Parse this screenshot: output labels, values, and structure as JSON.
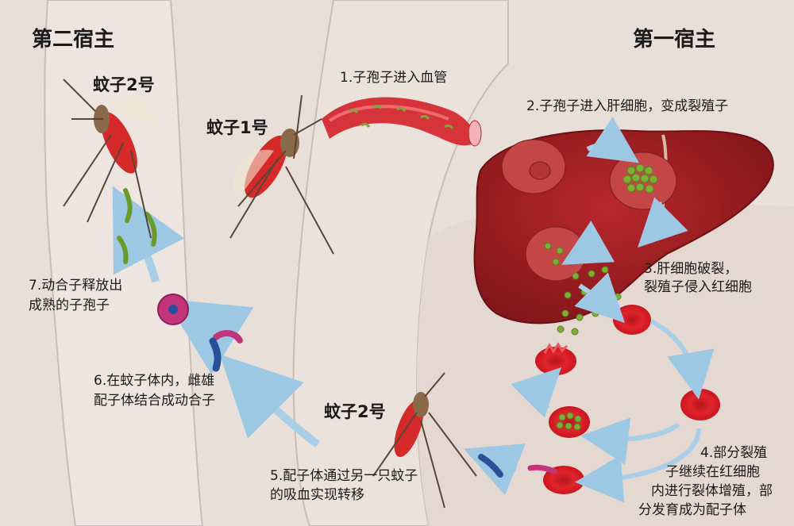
{
  "headers": {
    "second_host": "第二宿主",
    "first_host": "第一宿主"
  },
  "mosquitoes": {
    "mosquito_2_top": "蚊子2号",
    "mosquito_1": "蚊子1号",
    "mosquito_2_bottom": "蚊子2号"
  },
  "steps": {
    "s1": "1.子孢子进入血管",
    "s2": "2.子孢子进入肝细胞，变成裂殖子",
    "s3_l1": "3.肝细胞破裂，",
    "s3_l2": "裂殖子侵入红细胞",
    "s4_l1": "4.部分裂殖",
    "s4_l2": "子继续在红细胞",
    "s4_l3": "内进行裂体增殖，部",
    "s4_l4": "分发育成为配子体",
    "s5_l1": "5.配子体通过另一只蚊子",
    "s5_l2": "的吸血实现转移",
    "s6_l1": "6.在蚊子体内，雌雄",
    "s6_l2": "配子体结合成动合子",
    "s7_l1": "7.动合子释放出",
    "s7_l2": "成熟的子孢子"
  },
  "colors": {
    "skin": "#e7dcd6",
    "skin_shadow": "#d3c4bc",
    "liver": "#9e1d22",
    "blood_cell": "#d71d26",
    "arrow": "#a9cfe8",
    "parasite_green": "#6a9a2a",
    "zygote_magenta": "#c2357a"
  }
}
